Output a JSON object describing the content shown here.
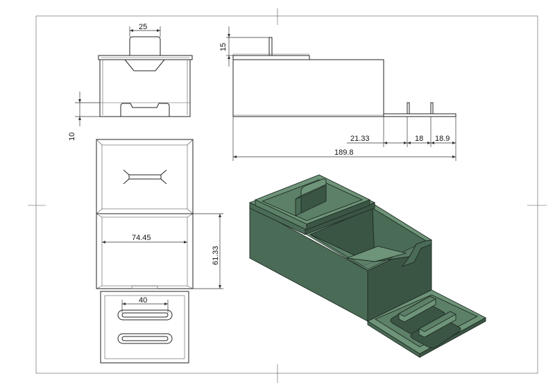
{
  "dimensions": {
    "handle_width": "25",
    "handle_height": "15",
    "slot_offset": "10",
    "inner_width": "74.45",
    "inner_depth": "61.33",
    "tray_slot_length": "40",
    "tray_offset_1": "21.33",
    "tray_offset_2": "18",
    "tray_offset_3": "18.9",
    "total_length": "189.8"
  },
  "colors": {
    "model_fill": "#4a6b56",
    "model_light": "#6e9479",
    "model_dark": "#3b5544",
    "line": "#222222"
  }
}
